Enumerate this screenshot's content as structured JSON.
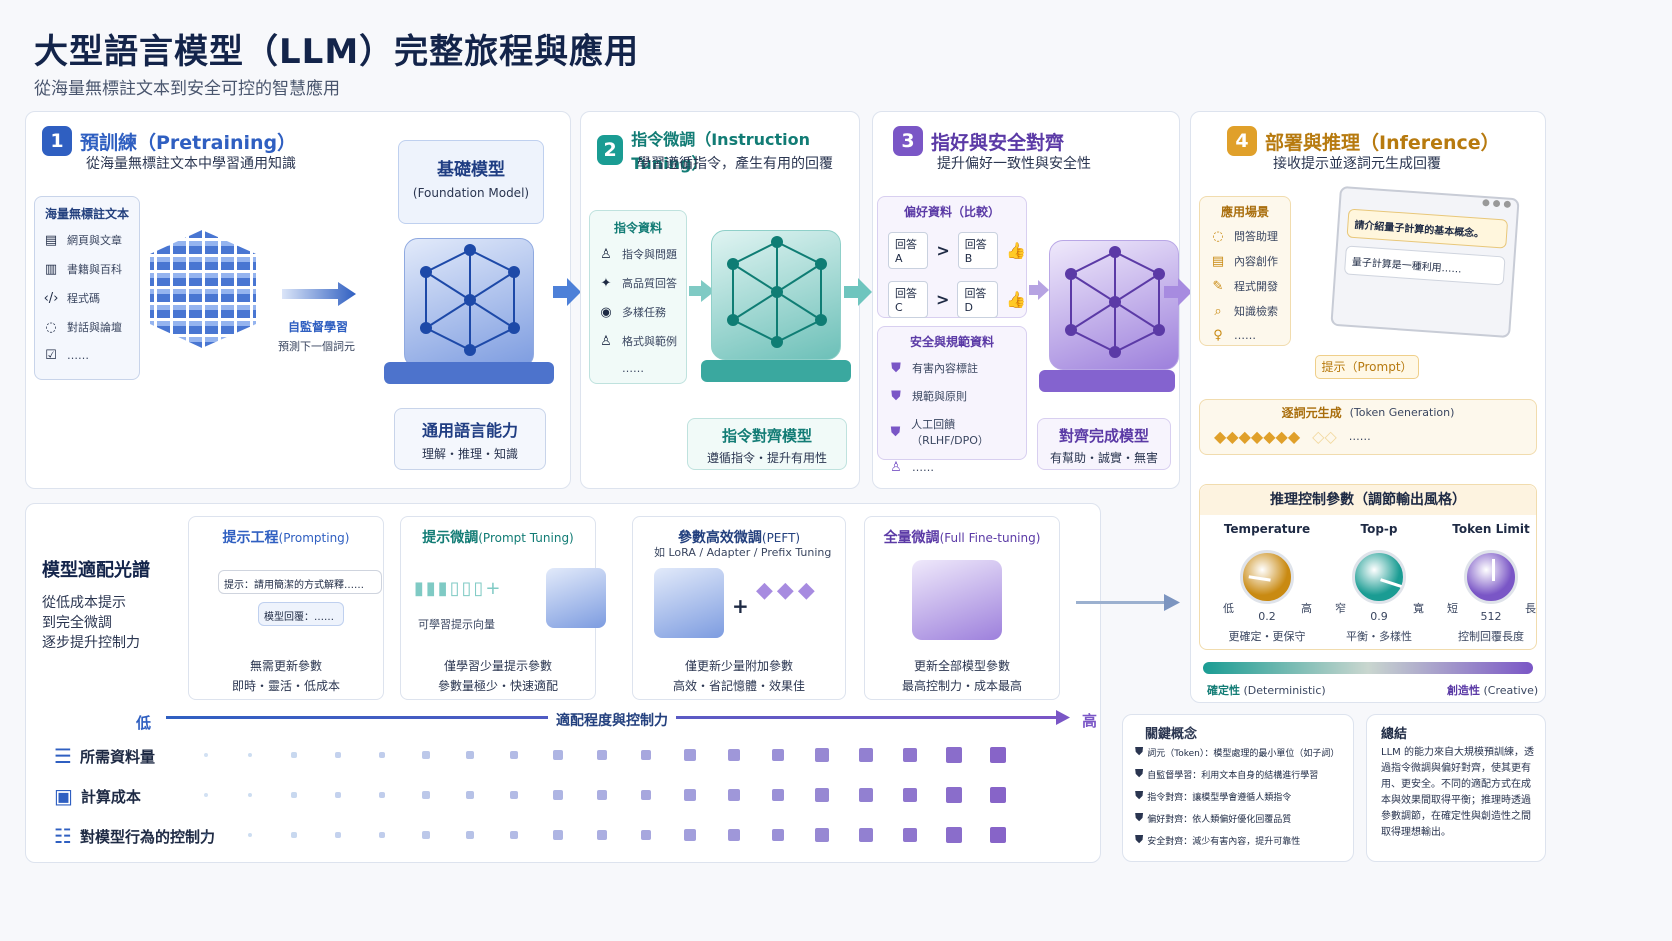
{
  "title": "大型語言模型（LLM）完整旅程與應用",
  "subtitle": "從海量無標註文本到安全可控的智慧應用",
  "s1": {
    "num": "1",
    "title": "預訓練（Pretraining）",
    "desc": "從海量無標註文本中學習通用知識",
    "box_title": "海量無標註文本",
    "items": [
      "網頁與文章",
      "書籍與百科",
      "程式碼",
      "對話與論壇",
      "……"
    ],
    "arrow_l1": "自監督學習",
    "arrow_l2": "預測下一個詞元",
    "model_l1": "基礎模型",
    "model_l2": "(Foundation Model)",
    "cap_l1": "通用語言能力",
    "cap_l2": "理解・推理・知識"
  },
  "s2": {
    "num": "2",
    "title": "指令微調（Instruction Tuning）",
    "desc": "學習遵循指令，產生有用的回覆",
    "box_title": "指令資料",
    "items": [
      "指令與問題",
      "高品質回答",
      "多樣任務",
      "格式與範例",
      "……"
    ],
    "cap_l1": "指令對齊模型",
    "cap_l2": "遵循指令・提升有用性"
  },
  "s3": {
    "num": "3",
    "title": "指好與安全對齊",
    "desc": "提升偏好一致性與安全性",
    "pref_title": "偏好資料（比較）",
    "a": "回答 A",
    "b": "回答 B",
    "c": "回答 C",
    "d": "回答 D",
    "gt": ">",
    "dots": "……",
    "safe_title": "安全與規範資料",
    "safe": [
      "有害內容標註",
      "規範與原則",
      "人工回饋（RLHF/DPO）",
      "……"
    ],
    "cap_l1": "對齊完成模型",
    "cap_l2": "有幫助・誠實・無害"
  },
  "s4": {
    "num": "4",
    "title": "部署與推理（Inference）",
    "desc": "接收提示並逐詞元生成回覆",
    "apps_title": "應用場景",
    "apps": [
      "問答助理",
      "內容創作",
      "程式開發",
      "知識檢索",
      "……"
    ],
    "q": "請介紹量子計算的基本概念。",
    "ans": "量子計算是一種利用……",
    "prompt": "提示（Prompt）",
    "gen": "逐詞元生成",
    "gen_en": "(Token Generation)",
    "gen_dots": "……",
    "ctrl_title": "推理控制參數（調節輸出風格）",
    "params": [
      {
        "name": "Temperature",
        "lo": "低",
        "hi": "高",
        "val": "0.2",
        "desc": "更確定・更保守",
        "color": "#c98a12",
        "level": 0.2
      },
      {
        "name": "Top-p",
        "lo": "窄",
        "hi": "寬",
        "val": "0.9",
        "desc": "平衡・多樣性",
        "color": "#1a9c93",
        "level": 0.9
      },
      {
        "name": "Token Limit",
        "lo": "短",
        "hi": "長",
        "val": "512",
        "desc": "控制回覆長度",
        "color": "#7a56c6",
        "level": 0.5
      }
    ],
    "det": "確定性",
    "det_en": "(Deterministic)",
    "cre": "創造性",
    "cre_en": "(Creative)"
  },
  "spec": {
    "title": "模型適配光譜",
    "d1": "從低成本提示",
    "d2": "到完全微調",
    "d3": "逐步提升控制力",
    "m": [
      {
        "title": "提示工程",
        "en": "(Prompting)",
        "l1": "無需更新參數",
        "l2": "即時・靈活・低成本"
      },
      {
        "title": "提示微調",
        "en": "(Prompt Tuning)",
        "l1": "僅學習少量提示參數",
        "l2": "參數量極少・快速適配"
      },
      {
        "title": "參數高效微調",
        "en": "(PEFT)",
        "l1": "僅更新少量附加參數",
        "l2": "高效・省記憶體・效果佳"
      },
      {
        "title": "全量微調",
        "en": "(Full Fine-tuning)",
        "l1": "更新全部模型參數",
        "l2": "最高控制力・成本最高"
      }
    ],
    "prompt_bubble": "提示：請用簡潔的方式解釋……",
    "reply_bubble": "模型回覆：……",
    "learn_vec": "可學習提示向量",
    "peft_sub": "如 LoRA / Adapter / Prefix Tuning",
    "low": "低",
    "high": "高",
    "axis": "適配程度與控制力",
    "rows": [
      "所需資料量",
      "計算成本",
      "對模型行為的控制力"
    ]
  },
  "key": {
    "title": "關鍵概念",
    "items": [
      "詞元（Token）：模型處理的最小單位（如子詞）",
      "自監督學習：利用文本自身的結構進行學習",
      "指令對齊：讓模型學會遵循人類指令",
      "偏好對齊：依人類偏好優化回覆品質",
      "安全對齊：減少有害內容，提升可靠性"
    ]
  },
  "summary": {
    "title": "總結",
    "text": "LLM 的能力來自大規模預訓練，透過指令微調與偏好對齊，使其更有用、更安全。不同的適配方式在成本與效果間取得平衡；推理時透過參數調節，在確定性與創造性之間取得理想輸出。"
  }
}
